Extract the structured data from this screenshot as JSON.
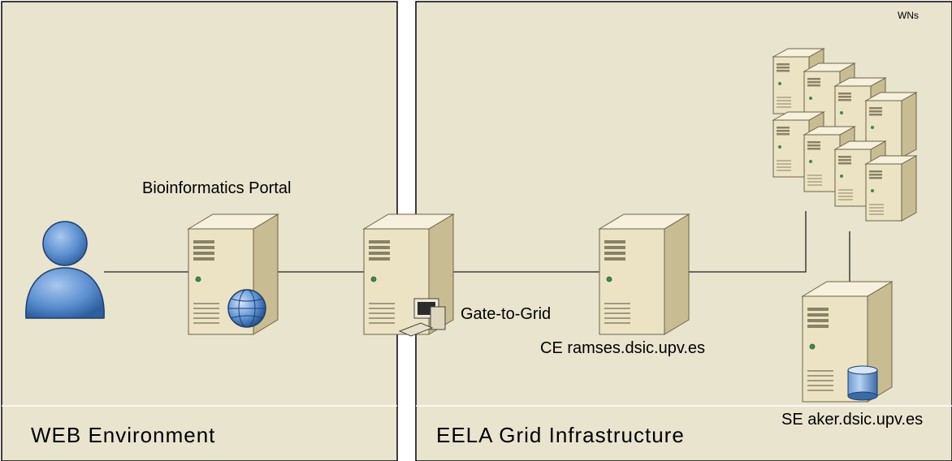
{
  "panels": {
    "web": {
      "title": "WEB Environment"
    },
    "grid": {
      "title": "EELA Grid Infrastructure"
    }
  },
  "nodes": {
    "user": {
      "icon": "user-icon"
    },
    "portal": {
      "label": "Bioinformatics Portal",
      "icon": "server-globe-icon"
    },
    "gate": {
      "label": "Gate-to-Grid",
      "icon": "server-workstation-icon"
    },
    "ce": {
      "label": "CE ramses.dsic.upv.es",
      "icon": "server-icon"
    },
    "wns": {
      "label": "WNs",
      "icon": "server-cluster-icon"
    },
    "se": {
      "label": "SE aker.dsic.upv.es",
      "icon": "server-storage-icon"
    }
  },
  "colors": {
    "panel_fill": "#e8e4ce",
    "panel_border": "#000000",
    "user_fill": "#5b8fd0",
    "server_front": "#ece3c5",
    "server_side": "#c8bd92",
    "server_top": "#f5efdb"
  }
}
